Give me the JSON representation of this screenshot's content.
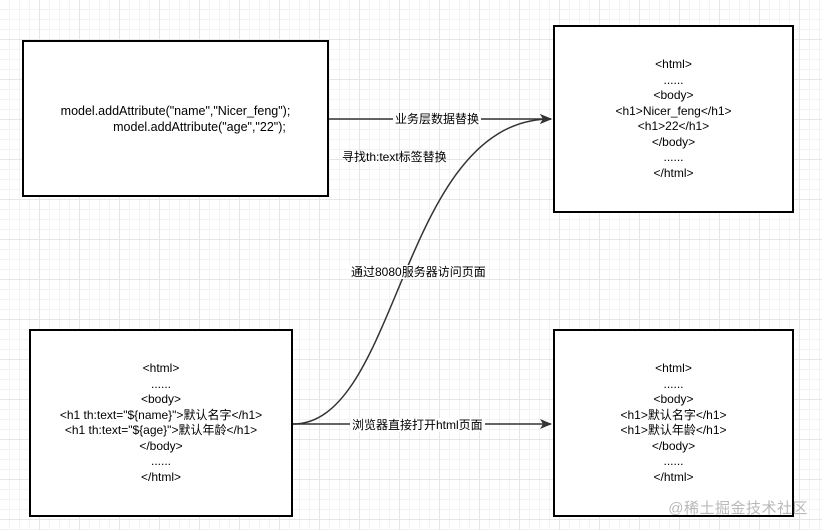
{
  "nodes": {
    "model": {
      "lines": [
        "model.addAttribute(\"name\",\"Nicer_feng\");",
        "model.addAttribute(\"age\",\"22\");"
      ]
    },
    "result_server": {
      "lines": [
        "<html>",
        "......",
        "<body>",
        "<h1>Nicer_feng</h1>",
        "<h1>22</h1>",
        "</body>",
        "......",
        "</html>"
      ]
    },
    "template": {
      "lines": [
        "<html>",
        "......",
        "<body>",
        "<h1 th:text=\"${name}\">默认名字</h1>",
        "<h1 th:text=\"${age}\">默认年龄</h1>",
        "</body>",
        "......",
        "</html>"
      ]
    },
    "result_static": {
      "lines": [
        "<html>",
        "......",
        "<body>",
        "<h1>默认名字</h1>",
        "<h1>默认年龄</h1>",
        "</body>",
        "......",
        "</html>"
      ]
    }
  },
  "edges": {
    "biz_replace": "业务层数据替换",
    "find_th_text": "寻找th:text标签替换",
    "via_8080": "通过8080服务器访问页面",
    "browser_open": "浏览器直接打开html页面"
  },
  "watermark": "@稀土掘金技术社区",
  "colors": {
    "line": "#333333",
    "border": "#000000",
    "grid": "#e6e6e6"
  }
}
